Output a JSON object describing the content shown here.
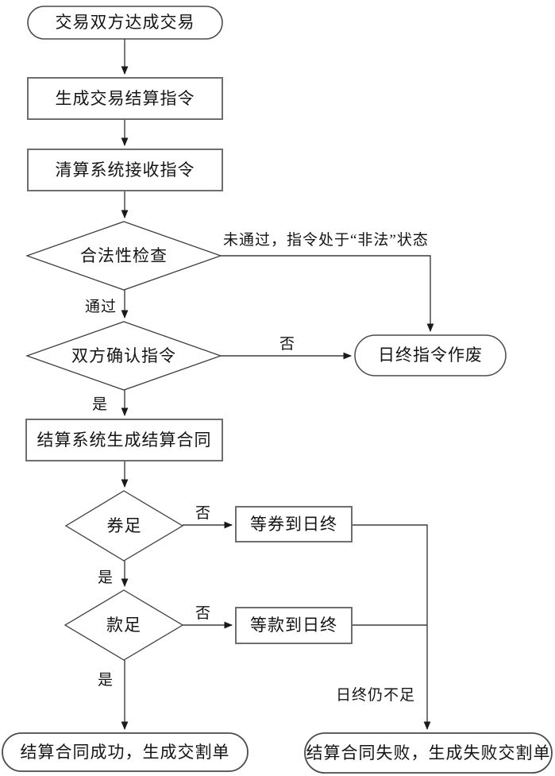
{
  "diagram": {
    "type": "flowchart",
    "language": "zh-CN",
    "nodes": {
      "start": {
        "shape": "stadium",
        "label": "交易双方达成交易"
      },
      "gen_instruction": {
        "shape": "rect",
        "label": "生成交易结算指令"
      },
      "clearing_receive": {
        "shape": "rect",
        "label": "清算系统接收指令"
      },
      "legality_check": {
        "shape": "diamond",
        "label": "合法性检查"
      },
      "confirm_instruction": {
        "shape": "diamond",
        "label": "双方确认指令"
      },
      "eod_void": {
        "shape": "stadium",
        "label": "日终指令作废"
      },
      "gen_contract": {
        "shape": "rect",
        "label": "结算系统生成结算合同"
      },
      "securities_sufficient": {
        "shape": "diamond",
        "label": "券足"
      },
      "wait_securities": {
        "shape": "rect",
        "label": "等券到日终"
      },
      "funds_sufficient": {
        "shape": "diamond",
        "label": "款足"
      },
      "wait_funds": {
        "shape": "rect",
        "label": "等款到日终"
      },
      "contract_success": {
        "shape": "stadium",
        "label": "结算合同成功，生成交割单"
      },
      "contract_fail": {
        "shape": "stadium",
        "label": "结算合同失败，生成失败交割单"
      }
    },
    "edge_labels": {
      "not_passed": "未通过，指令处于“非法”状态",
      "passed": "通过",
      "confirm_yes": "是",
      "confirm_no": "否",
      "securities_yes": "是",
      "securities_no": "否",
      "funds_yes": "是",
      "funds_no": "否",
      "eod_insufficient": "日终仍不足"
    },
    "connections": [
      {
        "from": "start",
        "to": "gen_instruction",
        "label": ""
      },
      {
        "from": "gen_instruction",
        "to": "clearing_receive",
        "label": ""
      },
      {
        "from": "clearing_receive",
        "to": "legality_check",
        "label": ""
      },
      {
        "from": "legality_check",
        "to": "eod_void",
        "label": "未通过，指令处于“非法”状态"
      },
      {
        "from": "legality_check",
        "to": "confirm_instruction",
        "label": "通过"
      },
      {
        "from": "confirm_instruction",
        "to": "eod_void",
        "label": "否"
      },
      {
        "from": "confirm_instruction",
        "to": "gen_contract",
        "label": "是"
      },
      {
        "from": "gen_contract",
        "to": "securities_sufficient",
        "label": ""
      },
      {
        "from": "securities_sufficient",
        "to": "wait_securities",
        "label": "否"
      },
      {
        "from": "securities_sufficient",
        "to": "funds_sufficient",
        "label": "是"
      },
      {
        "from": "funds_sufficient",
        "to": "wait_funds",
        "label": "否"
      },
      {
        "from": "funds_sufficient",
        "to": "contract_success",
        "label": "是"
      },
      {
        "from": "wait_securities",
        "to": "contract_fail",
        "label": "日终仍不足"
      },
      {
        "from": "wait_funds",
        "to": "contract_fail",
        "label": "日终仍不足"
      }
    ],
    "colors": {
      "line": "#3d3d3d",
      "rect_border": "#6e6e6e",
      "shape_border": "#4a4a4a",
      "text": "#141414",
      "background": "#ffffff"
    }
  }
}
